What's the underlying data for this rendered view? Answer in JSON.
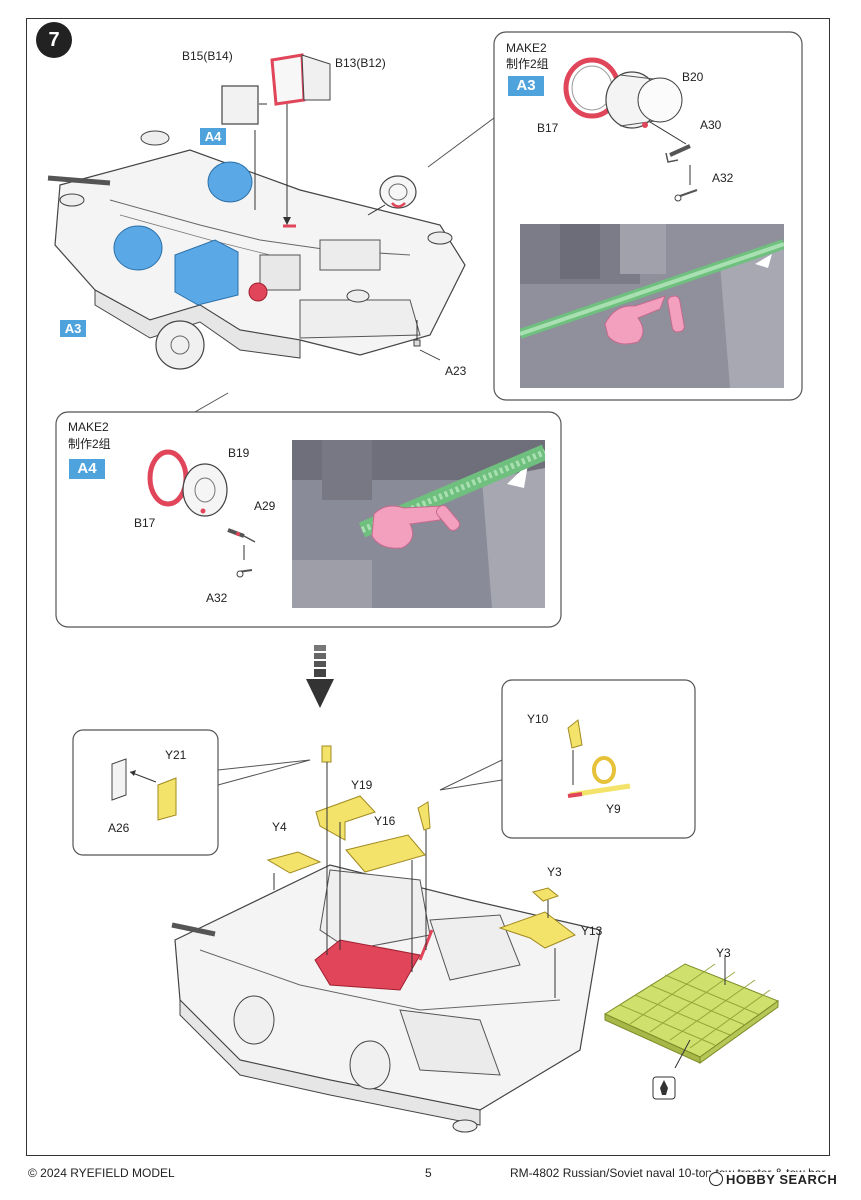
{
  "step_number": "7",
  "top_diagram": {
    "parts": {
      "b15": "B15(B14)",
      "b13": "B13(B12)",
      "a23": "A23"
    },
    "tag_a4": "A4",
    "tag_a3": "A3"
  },
  "callout_a3": {
    "make_en": "MAKE2",
    "make_cn": "制作2组",
    "tag": "A3",
    "parts": {
      "b20": "B20",
      "b17": "B17",
      "a30": "A30",
      "a32": "A32"
    }
  },
  "callout_a4": {
    "make_en": "MAKE2",
    "make_cn": "制作2组",
    "tag": "A4",
    "parts": {
      "b19": "B19",
      "b17": "B17",
      "a29": "A29",
      "a32": "A32"
    }
  },
  "bottom_diagram": {
    "parts": {
      "y21": "Y21",
      "a26": "A26",
      "y19": "Y19",
      "y16": "Y16",
      "y4": "Y4",
      "y10": "Y10",
      "y9": "Y9",
      "y3_small": "Y3",
      "y13": "Y13",
      "y3_plate": "Y3"
    }
  },
  "footer": {
    "copyright": "© 2024 RYEFIELD MODEL",
    "page": "5",
    "title": "RM-4802 Russian/Soviet naval 10-ton tow tractor & tow bar",
    "watermark": "HOBBY SEARCH"
  },
  "colors": {
    "highlight_red": "#e0455a",
    "highlight_blue": "#5aa9e6",
    "highlight_yellow": "#f4e36a",
    "photo_grey": "#8a8b98",
    "hose_green": "#9fd7a8",
    "part_pink": "#f3a0bf",
    "tag_blue": "#4fa3dd"
  }
}
